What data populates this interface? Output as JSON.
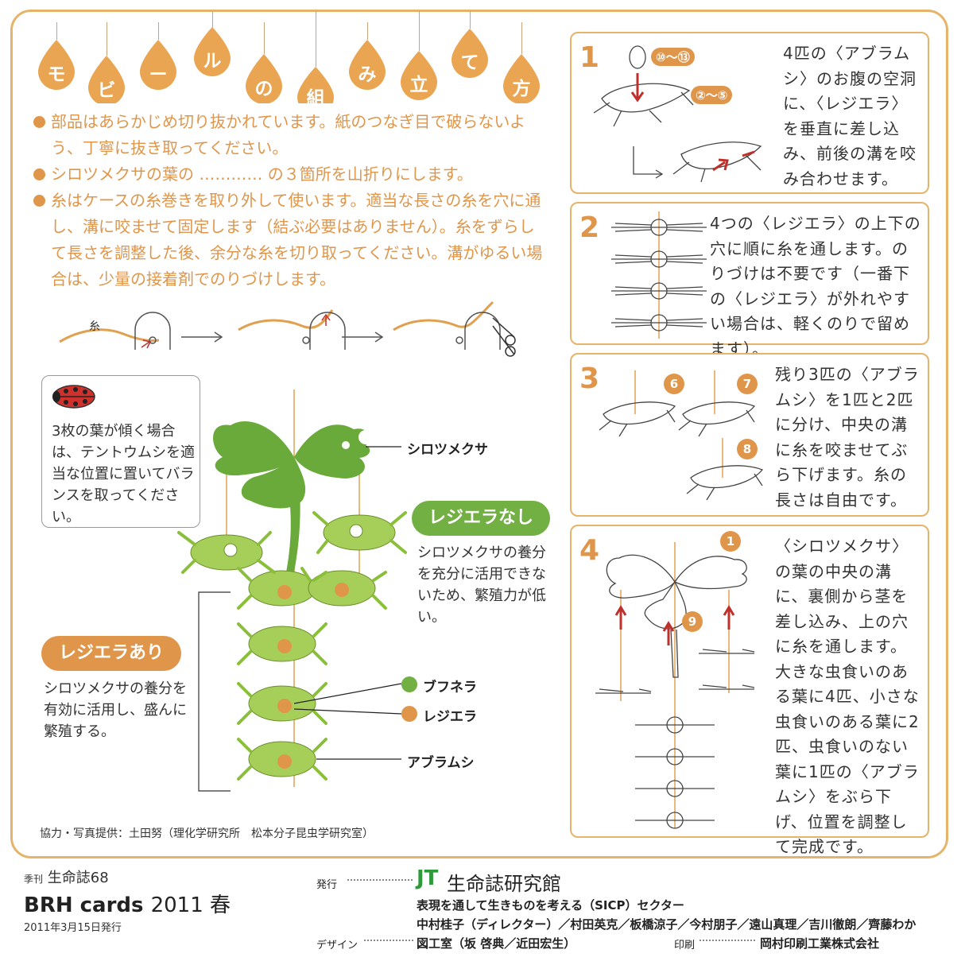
{
  "title_chars": [
    "モ",
    "ビ",
    "ー",
    "ル",
    "の",
    "組",
    "み",
    "立",
    "て",
    "方"
  ],
  "bullets": [
    "部品はあらかじめ切り抜かれています。紙のつなぎ目で破らないよう、丁寧に抜き取ってください。",
    "シロツメクサの葉の ………… の３箇所を山折りにします。",
    "糸はケースの糸巻きを取り外して使います。適当な長さの糸を穴に通し、溝に咬ませて固定します（結ぶ必要はありません）。糸をずらして長さを調整した後、余分な糸を切り取ってください。溝がゆるい場合は、少量の接着剤でのりづけします。"
  ],
  "thread_label": "糸",
  "steps": [
    {
      "num": "1",
      "text": "4匹の〈アブラムシ〉のお腹の空洞に、〈レジエラ〉を垂直に差し込み、前後の溝を咬み合わせます。",
      "badges": [
        "⑩〜⑬",
        "②〜⑤"
      ]
    },
    {
      "num": "2",
      "text": "4つの〈レジエラ〉の上下の穴に順に糸を通します。のりづけは不要です（一番下の〈レジエラ〉が外れやすい場合は、軽くのりで留めます）。"
    },
    {
      "num": "3",
      "text": "残り3匹の〈アブラムシ〉を1匹と2匹に分け、中央の溝に糸を咬ませてぶら下げます。糸の長さは自由です。",
      "badges": [
        "6",
        "7",
        "8"
      ]
    },
    {
      "num": "4",
      "text": "〈シロツメクサ〉の葉の中央の溝に、裏側から茎を差し込み、上の穴に糸を通します。大きな虫食いのある葉に4匹、小さな虫食いのある葉に2匹、虫食いのない葉に1匹の〈アブラムシ〉をぶら下げ、位置を調整して完成です。",
      "badges": [
        "1",
        "9"
      ]
    }
  ],
  "ladybug_note": "3枚の葉が傾く場合は、テントウムシを適当な位置に置いてバランスを取ってください。",
  "label_clover": "シロツメクサ",
  "pill_without": "レジエラなし",
  "desc_without": "シロツメクサの養分を充分に活用できないため、繁殖力が低い。",
  "pill_with": "レジエラあり",
  "desc_with": "シロツメクサの養分を有効に活用し、盛んに繁殖する。",
  "label_bufunera": "ブフネラ",
  "label_regiera": "レジエラ",
  "label_aphid": "アブラムシ",
  "credit": "協力・写真提供：土田努（理化学研究所　松本分子昆虫学研究室）",
  "footer": {
    "series": "季刊",
    "magazine": "生命誌68",
    "brand": "BRH cards",
    "season": "2011 春",
    "date": "2011年3月15日発行",
    "publisher_label": "発行",
    "publisher_logo": "JT",
    "publisher_name": "生命誌研究館",
    "sector": "表現を通して生きものを考える（SICP）セクター",
    "members": "中村桂子（ディレクター）／村田英克／板橋涼子／今村朋子／遠山真理／吉川徹朗／齊藤わか",
    "design_label": "デザイン",
    "design": "図工室（坂 啓典／近田宏生）",
    "print_label": "印刷",
    "printer": "岡村印刷工業株式会社"
  },
  "colors": {
    "accent": "#e0964a",
    "frame": "#e5b46a",
    "leaf": "#6aaa3a",
    "aphid": "#a6cf5a",
    "arrow": "#c0302a",
    "ladybug": "#d0312d"
  }
}
